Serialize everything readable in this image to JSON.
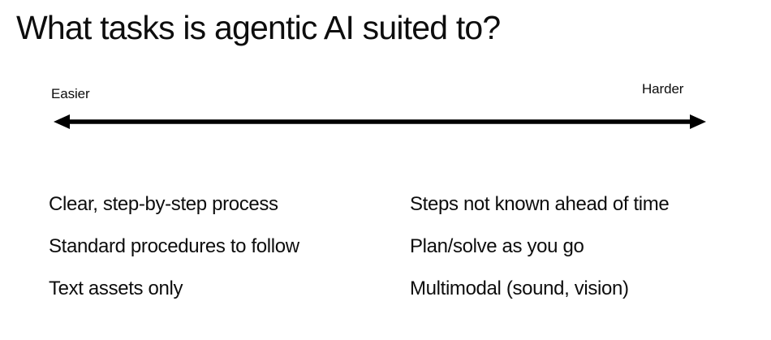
{
  "slide": {
    "title": "What tasks is agentic AI suited to?",
    "background_color": "#ffffff",
    "text_color": "#0d0d0d"
  },
  "scale": {
    "left_label": "Easier",
    "right_label": "Harder",
    "arrow_color": "#000000",
    "arrow_direction": "double"
  },
  "columns": {
    "left": {
      "items": [
        "Clear, step-by-step process",
        "Standard procedures to follow",
        "Text assets only"
      ]
    },
    "right": {
      "items": [
        "Steps not known ahead of time",
        "Plan/solve as you go",
        "Multimodal (sound, vision)"
      ]
    }
  }
}
